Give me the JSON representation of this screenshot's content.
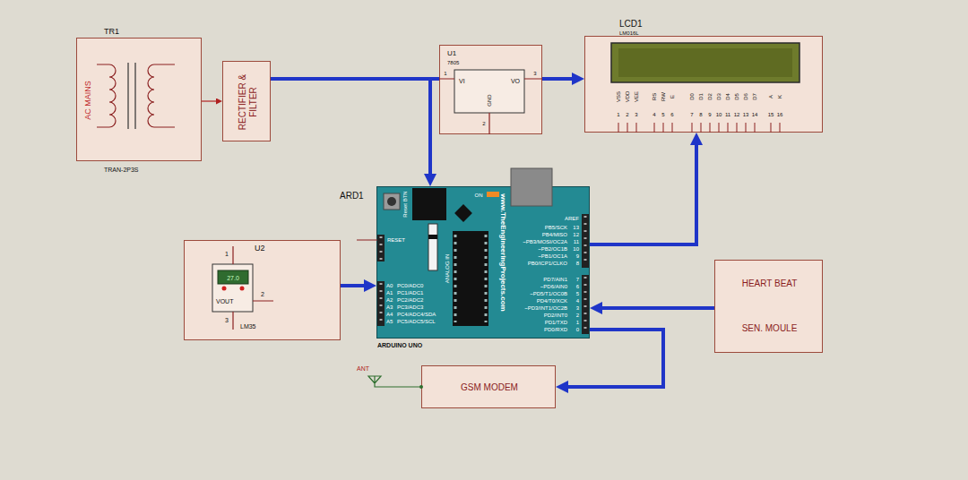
{
  "diagram": {
    "nodes": [
      {
        "text": [
          "TR1",
          "AC MAINS",
          "TRAN-2P3S"
        ]
      },
      {
        "text": [
          "RECTIFIER & FILTER"
        ]
      },
      {
        "text": [
          "U1",
          "7805"
        ]
      },
      {
        "text": [
          "LCD1",
          "LM016L"
        ]
      },
      {
        "text": [
          "ARD1",
          "ARDUINO UNO"
        ]
      },
      {
        "text": [
          "U2",
          "LM35"
        ]
      },
      {
        "text": [
          "HEART BEAT",
          "SEN. MOULE"
        ]
      },
      {
        "text": [
          "GSM MODEM"
        ]
      }
    ],
    "edges": [
      {
        "from": 0,
        "to": 1,
        "arrow": "to"
      },
      {
        "from": 1,
        "to": 2,
        "arrow": "none"
      },
      {
        "from": 1,
        "to": 4,
        "arrow": "to"
      },
      {
        "from": 2,
        "to": 3,
        "arrow": "to"
      },
      {
        "from": 4,
        "to": 3,
        "arrow": "to"
      },
      {
        "from": 5,
        "to": 4,
        "arrow": "to"
      },
      {
        "from": 6,
        "to": 4,
        "arrow": "to"
      },
      {
        "from": 4,
        "to": 7,
        "arrow": "to"
      }
    ],
    "labels": [
      "VI",
      "VO",
      "GND",
      "1",
      "3",
      "2",
      "VSS",
      "VDD",
      "VEE",
      "RS",
      "RW",
      "E",
      "D0",
      "D1",
      "D2",
      "D3",
      "D4",
      "D5",
      "D6",
      "D7",
      "A",
      "K",
      "1",
      "2",
      "3",
      "4",
      "5",
      "6",
      "7",
      "8",
      "9",
      "10",
      "11",
      "12",
      "13",
      "14",
      "15",
      "16",
      "AREF",
      "13",
      "12",
      "11",
      "10",
      "9",
      "8",
      "PB5/SCK",
      "PB4/MISO",
      "~PB3/MOSI/OC2A",
      "~PB2/OC1B",
      "~PB1/OC1A",
      "PB0/ICP1/CLKO",
      "7",
      "6",
      "5",
      "4",
      "3",
      "2",
      "1",
      "0",
      "PD7/AIN1",
      "~PD6/AIN0",
      "~PD5/T1/OC0B",
      "PD4/T0/XCK",
      "~PD3/INT1/OC2B",
      "PD2/INT0",
      "PD1/TXD",
      "PD0/RXD",
      "RESET",
      "A0",
      "A1",
      "A2",
      "A3",
      "A4",
      "A5",
      "PC0/ADC0",
      "PC1/ADC1",
      "PC2/ADC2",
      "PC3/ADC3",
      "PC4/ADC4/SDA",
      "PC5/ADC5/SCL",
      "www.TheEngineeringProjects.com",
      "ANALOG IN",
      "Reset BTN",
      "ON",
      "27.0",
      "VOUT",
      "1",
      "2",
      "3",
      "ANT"
    ]
  }
}
